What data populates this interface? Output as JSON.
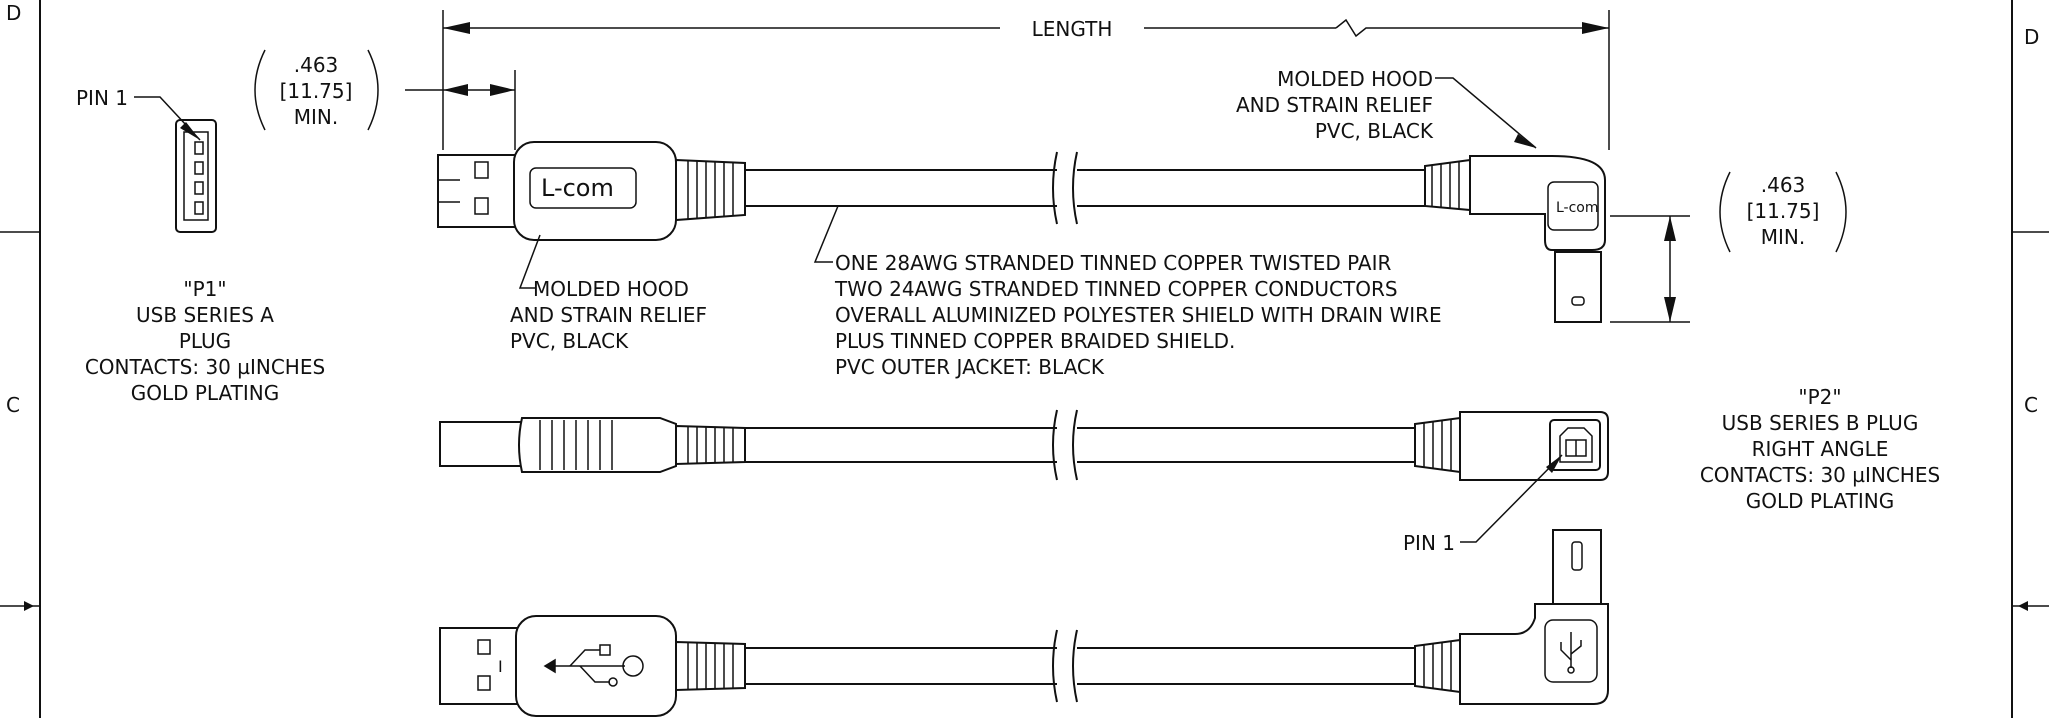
{
  "zones": {
    "left_top": "D",
    "right_top": "D",
    "left_mid": "C",
    "right_mid": "C"
  },
  "dimensions": {
    "length_label": "LENGTH",
    "p1_dim": {
      "inch": ".463",
      "mm": "[11.75]",
      "note": "MIN."
    },
    "p2_dim": {
      "inch": ".463",
      "mm": "[11.75]",
      "note": "MIN."
    }
  },
  "p1": {
    "pin_label": "PIN 1",
    "description": [
      "\"P1\"",
      "USB SERIES A",
      "PLUG",
      "CONTACTS: 30 µINCHES",
      "GOLD PLATING"
    ],
    "hood_callout": [
      "MOLDED HOOD",
      "AND STRAIN RELIEF",
      "PVC, BLACK"
    ],
    "logo_text": "L-com"
  },
  "p2": {
    "pin_label": "PIN 1",
    "description": [
      "\"P2\"",
      "USB SERIES B PLUG",
      "RIGHT ANGLE",
      "CONTACTS: 30 µINCHES",
      "GOLD PLATING"
    ],
    "hood_callout": [
      "MOLDED HOOD",
      "AND STRAIN RELIEF",
      "PVC, BLACK"
    ]
  },
  "cable_spec": [
    "ONE 28AWG STRANDED TINNED COPPER TWISTED PAIR",
    "TWO 24AWG STRANDED TINNED COPPER CONDUCTORS",
    "OVERALL ALUMINIZED POLYESTER SHIELD WITH DRAIN WIRE",
    "PLUS TINNED COPPER BRAIDED SHIELD.",
    "PVC OUTER JACKET: BLACK"
  ]
}
